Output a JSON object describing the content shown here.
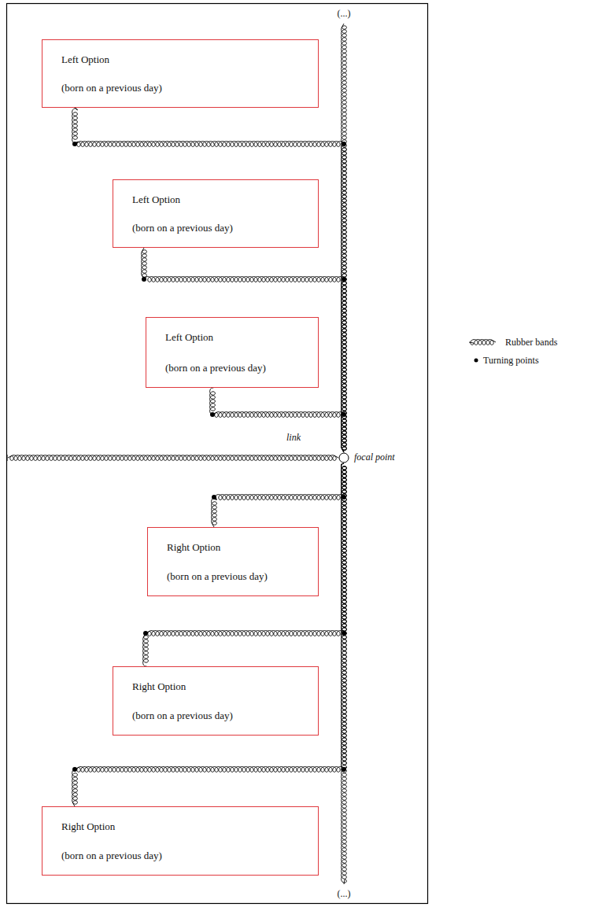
{
  "diagram": {
    "nodes": [
      {
        "text": [
          "Left Option",
          "(born on a previous day)"
        ]
      },
      {
        "text": [
          "Left Option",
          "(born on a previous day)"
        ]
      },
      {
        "text": [
          "Left Option",
          "(born on a previous day)"
        ]
      },
      {
        "text": [
          "focal point"
        ]
      },
      {
        "text": [
          "Right Option",
          "(born on a previous day)"
        ]
      },
      {
        "text": [
          "Right Option",
          "(born on a previous day)"
        ]
      },
      {
        "text": [
          "Right Option",
          "(born on a previous day)"
        ]
      }
    ],
    "edges": [
      {
        "from": 0,
        "to": 3,
        "arrow": "none"
      },
      {
        "from": 1,
        "to": 3,
        "arrow": "none"
      },
      {
        "from": 2,
        "to": 3,
        "arrow": "none"
      },
      {
        "from": 4,
        "to": 3,
        "arrow": "none"
      },
      {
        "from": 5,
        "to": 3,
        "arrow": "none"
      },
      {
        "from": 6,
        "to": 3,
        "arrow": "none"
      }
    ],
    "labels": [
      "(...)",
      "(...)",
      "link"
    ],
    "legend": [
      {
        "text": "Rubber bands"
      },
      {
        "text": "Turning points"
      }
    ]
  }
}
